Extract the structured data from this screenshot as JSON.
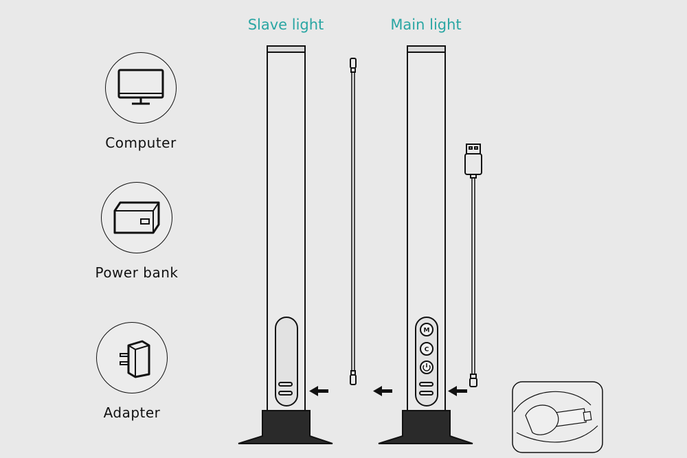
{
  "titles": {
    "slave": "Slave light",
    "main": "Main light"
  },
  "power_sources": [
    {
      "label": "Computer",
      "icon": "monitor-icon"
    },
    {
      "label": "Power bank",
      "icon": "power-bank-icon"
    },
    {
      "label": "Adapter",
      "icon": "wall-adapter-icon"
    }
  ],
  "main_light_buttons": [
    "M",
    "C",
    "power"
  ],
  "colors": {
    "title": "#2aa6a3",
    "background": "#e9e9e9",
    "line": "#111111"
  }
}
